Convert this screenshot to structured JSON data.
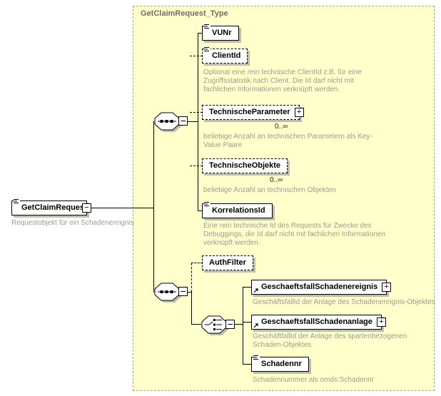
{
  "panel": {
    "type_label": "GetClaimRequest_Type"
  },
  "root": {
    "name": "GetClaimRequest",
    "annotation": "Requestobjekt für ein Schadenereignis"
  },
  "symbols": {
    "plus": "+",
    "minus": "−"
  },
  "elements": {
    "vunr": {
      "name": "VUNr"
    },
    "clientid": {
      "name": "ClientId",
      "annotation": "Optional eine rein technische ClientId z.B. für eine Zugriffsstatistik nach Client. Die Id darf nicht mit fachlichen Informationen verknüpft werden."
    },
    "technische_parameter": {
      "name": "TechnischeParameter",
      "occurrence": "0..∞",
      "annotation": "beliebige Anzahl an technischen Parametern als Key-Value Paare"
    },
    "technische_objekte": {
      "name": "TechnischeObjekte",
      "occurrence": "0..∞",
      "annotation": "beliebige Anzahl an technischen Objekten"
    },
    "korrelationsid": {
      "name": "KorrelationsId",
      "annotation": "Eine rein technische Id des Requests für Zwecke des Debuggings, die Id darf nicht mit fachlichen Informationen verknüpft werden."
    },
    "authfilter": {
      "name": "AuthFilter"
    },
    "geschaeftsfall_schadenereignis": {
      "name": "GeschaeftsfallSchadenereignis",
      "annotation": "GeschäftsfallId der Anlage des Schadenereignis-Objektes"
    },
    "geschaeftsfall_schadenanlage": {
      "name": "GeschaeftsfallSchadenanlage",
      "annotation": "GeschäftfallId der Anlage des spartenbezogenen Schaden-Objektes"
    },
    "schadennr": {
      "name": "Schadennr",
      "annotation": "Schadennummer als omds:Schadennr"
    }
  }
}
